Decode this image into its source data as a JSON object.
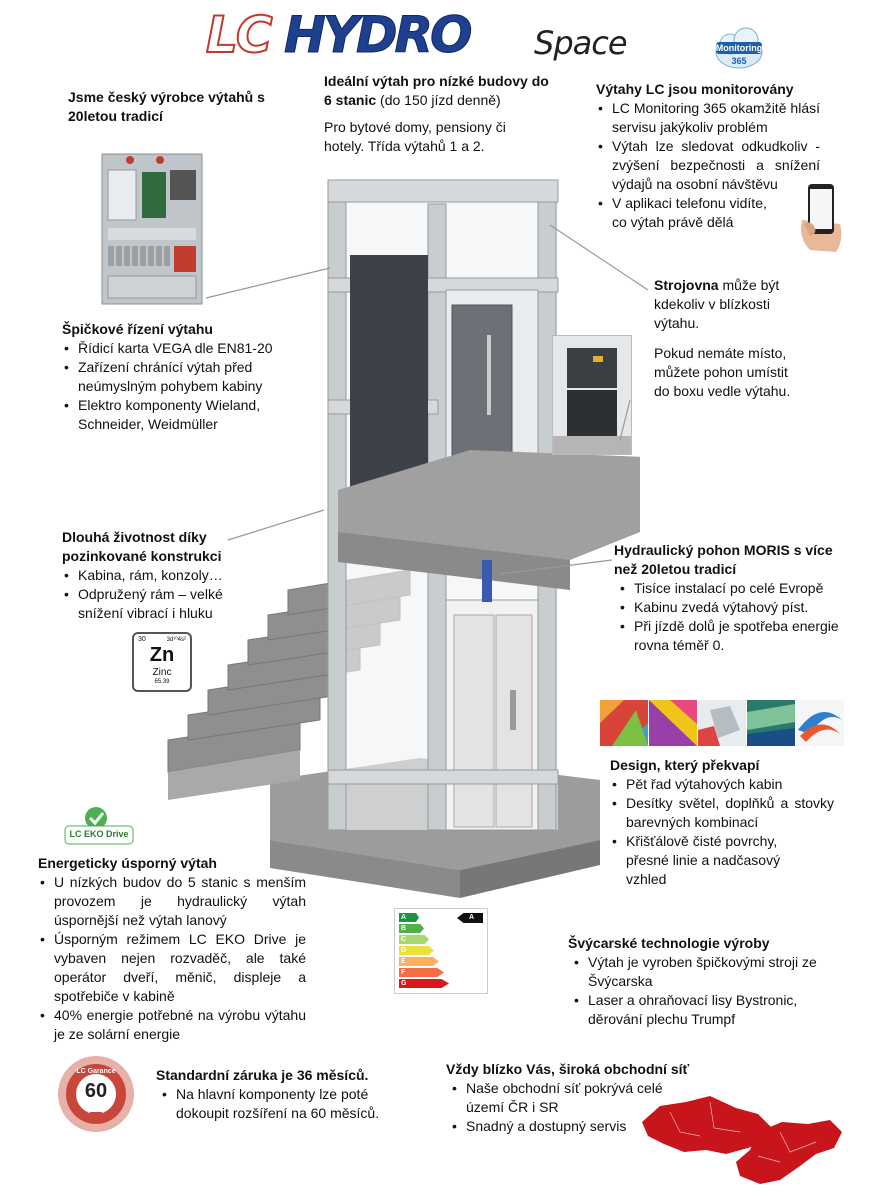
{
  "logo": {
    "lc": "LC",
    "hydro": "HYDRO",
    "space": "Space"
  },
  "monitoring_badge": {
    "label": "Monitoring",
    "num": "365"
  },
  "producer": {
    "title": "Jsme český výrobce výtahů s 20letou tradicí"
  },
  "ideal": {
    "title": "Ideální výtah pro nízké budovy do 6 stanic",
    "suffix": "(do 150 jízd denně)",
    "text": "Pro bytové domy, pensiony či hotely. Třída výtahů 1 a 2."
  },
  "monitored": {
    "title": "Výtahy LC jsou monitorovány",
    "items": [
      "LC Monitoring 365 okamžitě hlásí servisu jakýkoliv problém",
      "Výtah lze sledovat odkudkoliv - zvýšení bezpečnosti a snížení výdajů na osobní návštěvu",
      "V aplikaci telefonu vidíte, co výtah právě dělá"
    ]
  },
  "machine_room": {
    "title": "Strojovna",
    "text": "může být kdekoliv v blízkosti výtahu.",
    "text2": "Pokud nemáte místo, můžete pohon umístit do boxu vedle výtahu."
  },
  "control": {
    "title": "Špičkové řízení výtahu",
    "items": [
      "Řídicí karta VEGA dle EN81-20",
      "Zařízení chránící výtah před neúmyslným pohybem kabiny",
      "Elektro komponenty Wieland, Schneider, Weidmüller"
    ]
  },
  "durability": {
    "title": "Dlouhá životnost díky pozinkované konstrukci",
    "items": [
      "Kabina, rám, konzoly…",
      "Odpružený rám – velké snížení vibrací i hluku"
    ]
  },
  "zinc": {
    "num": "30",
    "config": "3d¹⁰4s²",
    "symbol": "Zn",
    "name": "Zinc",
    "mass": "65.39"
  },
  "hydraulic": {
    "title": "Hydraulický pohon MORIS s více než 20letou tradicí",
    "items": [
      "Tisíce instalací po celé Evropě",
      "Kabinu zvedá výtahový píst.",
      "Při jízdě dolů je spotřeba energie rovna téměř 0."
    ]
  },
  "design": {
    "title": "Design, který překvapí",
    "items": [
      "Pět řad výtahových kabin",
      "Desítky světel, doplňků a stovky barevných kombinací",
      "Křišťálově čisté povrchy, přesné linie a nadčasový vzhled"
    ]
  },
  "eko_badge": {
    "label": "LC EKO Drive"
  },
  "energy": {
    "title": "Energeticky úsporný výtah",
    "items": [
      "U nízkých budov do 5 stanic s menším provozem je hydraulický výtah úspornější než výtah lanový",
      "Úsporným režimem LC EKO Drive je vybaven nejen rozvaděč, ale také operátor dveří, měnič, displeje a spotřebiče v kabině",
      "40% energie potřebné na výrobu výtahu je ze solární energie"
    ]
  },
  "energy_label": {
    "classes": [
      "A",
      "B",
      "C",
      "D",
      "E",
      "F",
      "G"
    ],
    "rating": "A",
    "colors": [
      "#1a9641",
      "#52b04b",
      "#a6d96a",
      "#e8e23a",
      "#fdae61",
      "#f46d43",
      "#d7191c"
    ]
  },
  "swiss": {
    "title": "Švýcarské technologie výroby",
    "items": [
      "Výtah je vyroben špičkovými stroji ze Švýcarska",
      "Laser a ohraňovací lisy Bystronic, děrování plechu Trumpf"
    ]
  },
  "warranty": {
    "title": "Standardní záruka je 36 měsíců.",
    "items": [
      "Na hlavní komponenty lze poté dokoupit rozšíření na 60 měsíců."
    ]
  },
  "warranty_badge": {
    "num": "60",
    "arc": "LC Garance"
  },
  "network": {
    "title": "Vždy blízko Vás, široká obchodní síť",
    "items": [
      "Naše obchodní síť pokrývá celé území ČR i SR",
      "Snadný a dostupný servis"
    ]
  }
}
